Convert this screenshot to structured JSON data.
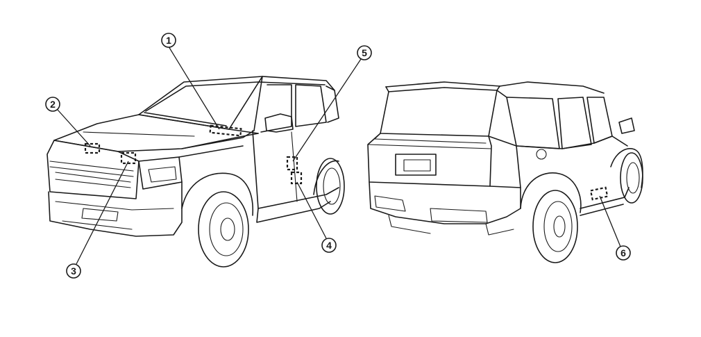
{
  "callouts": [
    {
      "number": "1"
    },
    {
      "number": "2"
    },
    {
      "number": "3"
    },
    {
      "number": "4"
    },
    {
      "number": "5"
    },
    {
      "number": "6"
    }
  ]
}
